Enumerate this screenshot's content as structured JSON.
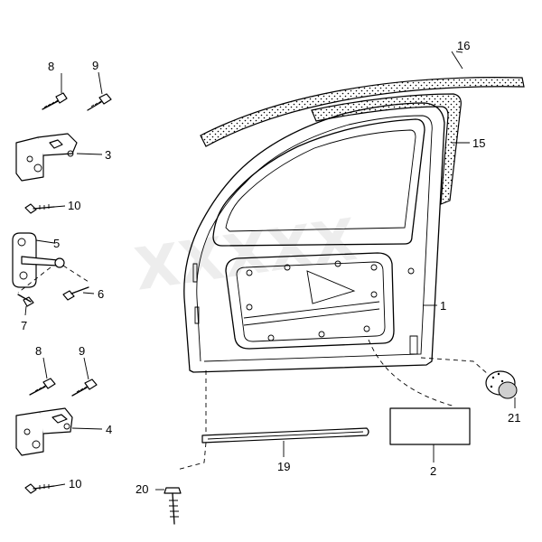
{
  "diagram": {
    "callouts": {
      "c1": "1",
      "c2": "2",
      "c3": "3",
      "c4": "4",
      "c5": "5",
      "c6": "6",
      "c7": "7",
      "c8_top": "8",
      "c9_top": "9",
      "c10_top": "10",
      "c8_bottom": "8",
      "c9_bottom": "9",
      "c10_bottom": "10",
      "c15": "15",
      "c16": "16",
      "c19": "19",
      "c20": "20",
      "c21": "21"
    },
    "colors": {
      "line": "#000000",
      "background": "#ffffff",
      "watermark": "#e9e9e9"
    }
  }
}
